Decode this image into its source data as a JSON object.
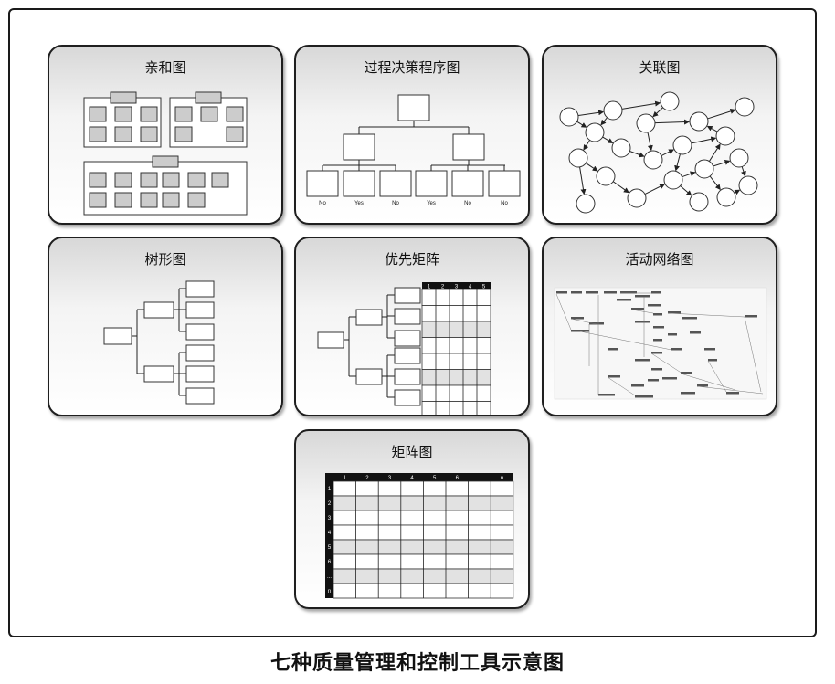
{
  "caption": "七种质量管理和控制工具示意图",
  "panels": {
    "affinity": {
      "title": "亲和图"
    },
    "pdpc": {
      "title": "过程决策程序图",
      "leaf_labels": [
        "No",
        "Yes",
        "No",
        "Yes",
        "No",
        "No"
      ]
    },
    "relation": {
      "title": "关联图"
    },
    "tree": {
      "title": "树形图"
    },
    "priority": {
      "title": "优先矩阵",
      "columns": [
        "1",
        "2",
        "3",
        "4",
        "5"
      ]
    },
    "network": {
      "title": "活动网络图"
    },
    "matrix": {
      "title": "矩阵图",
      "columns": [
        "1",
        "2",
        "3",
        "4",
        "5",
        "6",
        "...",
        "n"
      ],
      "rows": [
        "1",
        "2",
        "3",
        "4",
        "5",
        "6",
        "...",
        "n"
      ]
    }
  }
}
